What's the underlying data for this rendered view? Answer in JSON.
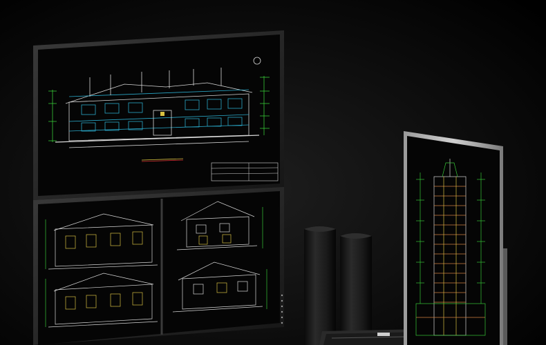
{
  "scene": {
    "description_colors": {
      "background_top": "#1a1a1a",
      "background_bottom": "#000000",
      "cad_line_primary": "#d8d8d8",
      "cad_line_green": "#37c837",
      "cad_line_cyan": "#2aa8c8",
      "cad_line_yellow": "#d8c040",
      "cad_line_orange": "#d08040",
      "cad_title_red": "#d03030"
    }
  },
  "monitors": {
    "top_landscape": {
      "screen_content": "cad-building-elevation"
    },
    "bottom_split": {
      "screen_content": "cad-house-elevations"
    },
    "right_portrait": {
      "screen_content": "cad-highrise-section"
    }
  }
}
